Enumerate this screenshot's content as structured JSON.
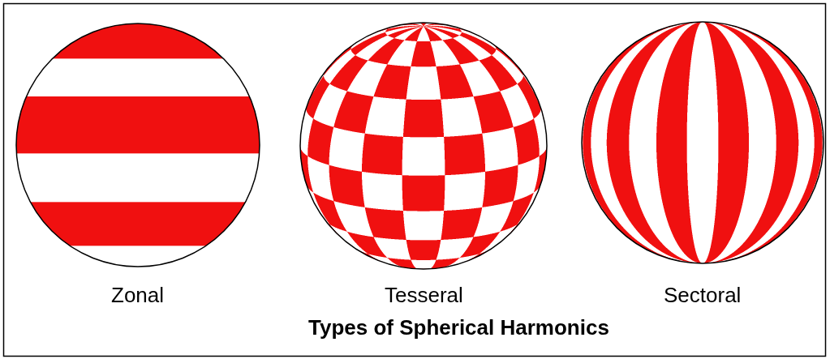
{
  "diagram": {
    "title": "Types of Spherical Harmonics",
    "labels": [
      "Zonal",
      "Tesseral",
      "Sectoral"
    ]
  }
}
